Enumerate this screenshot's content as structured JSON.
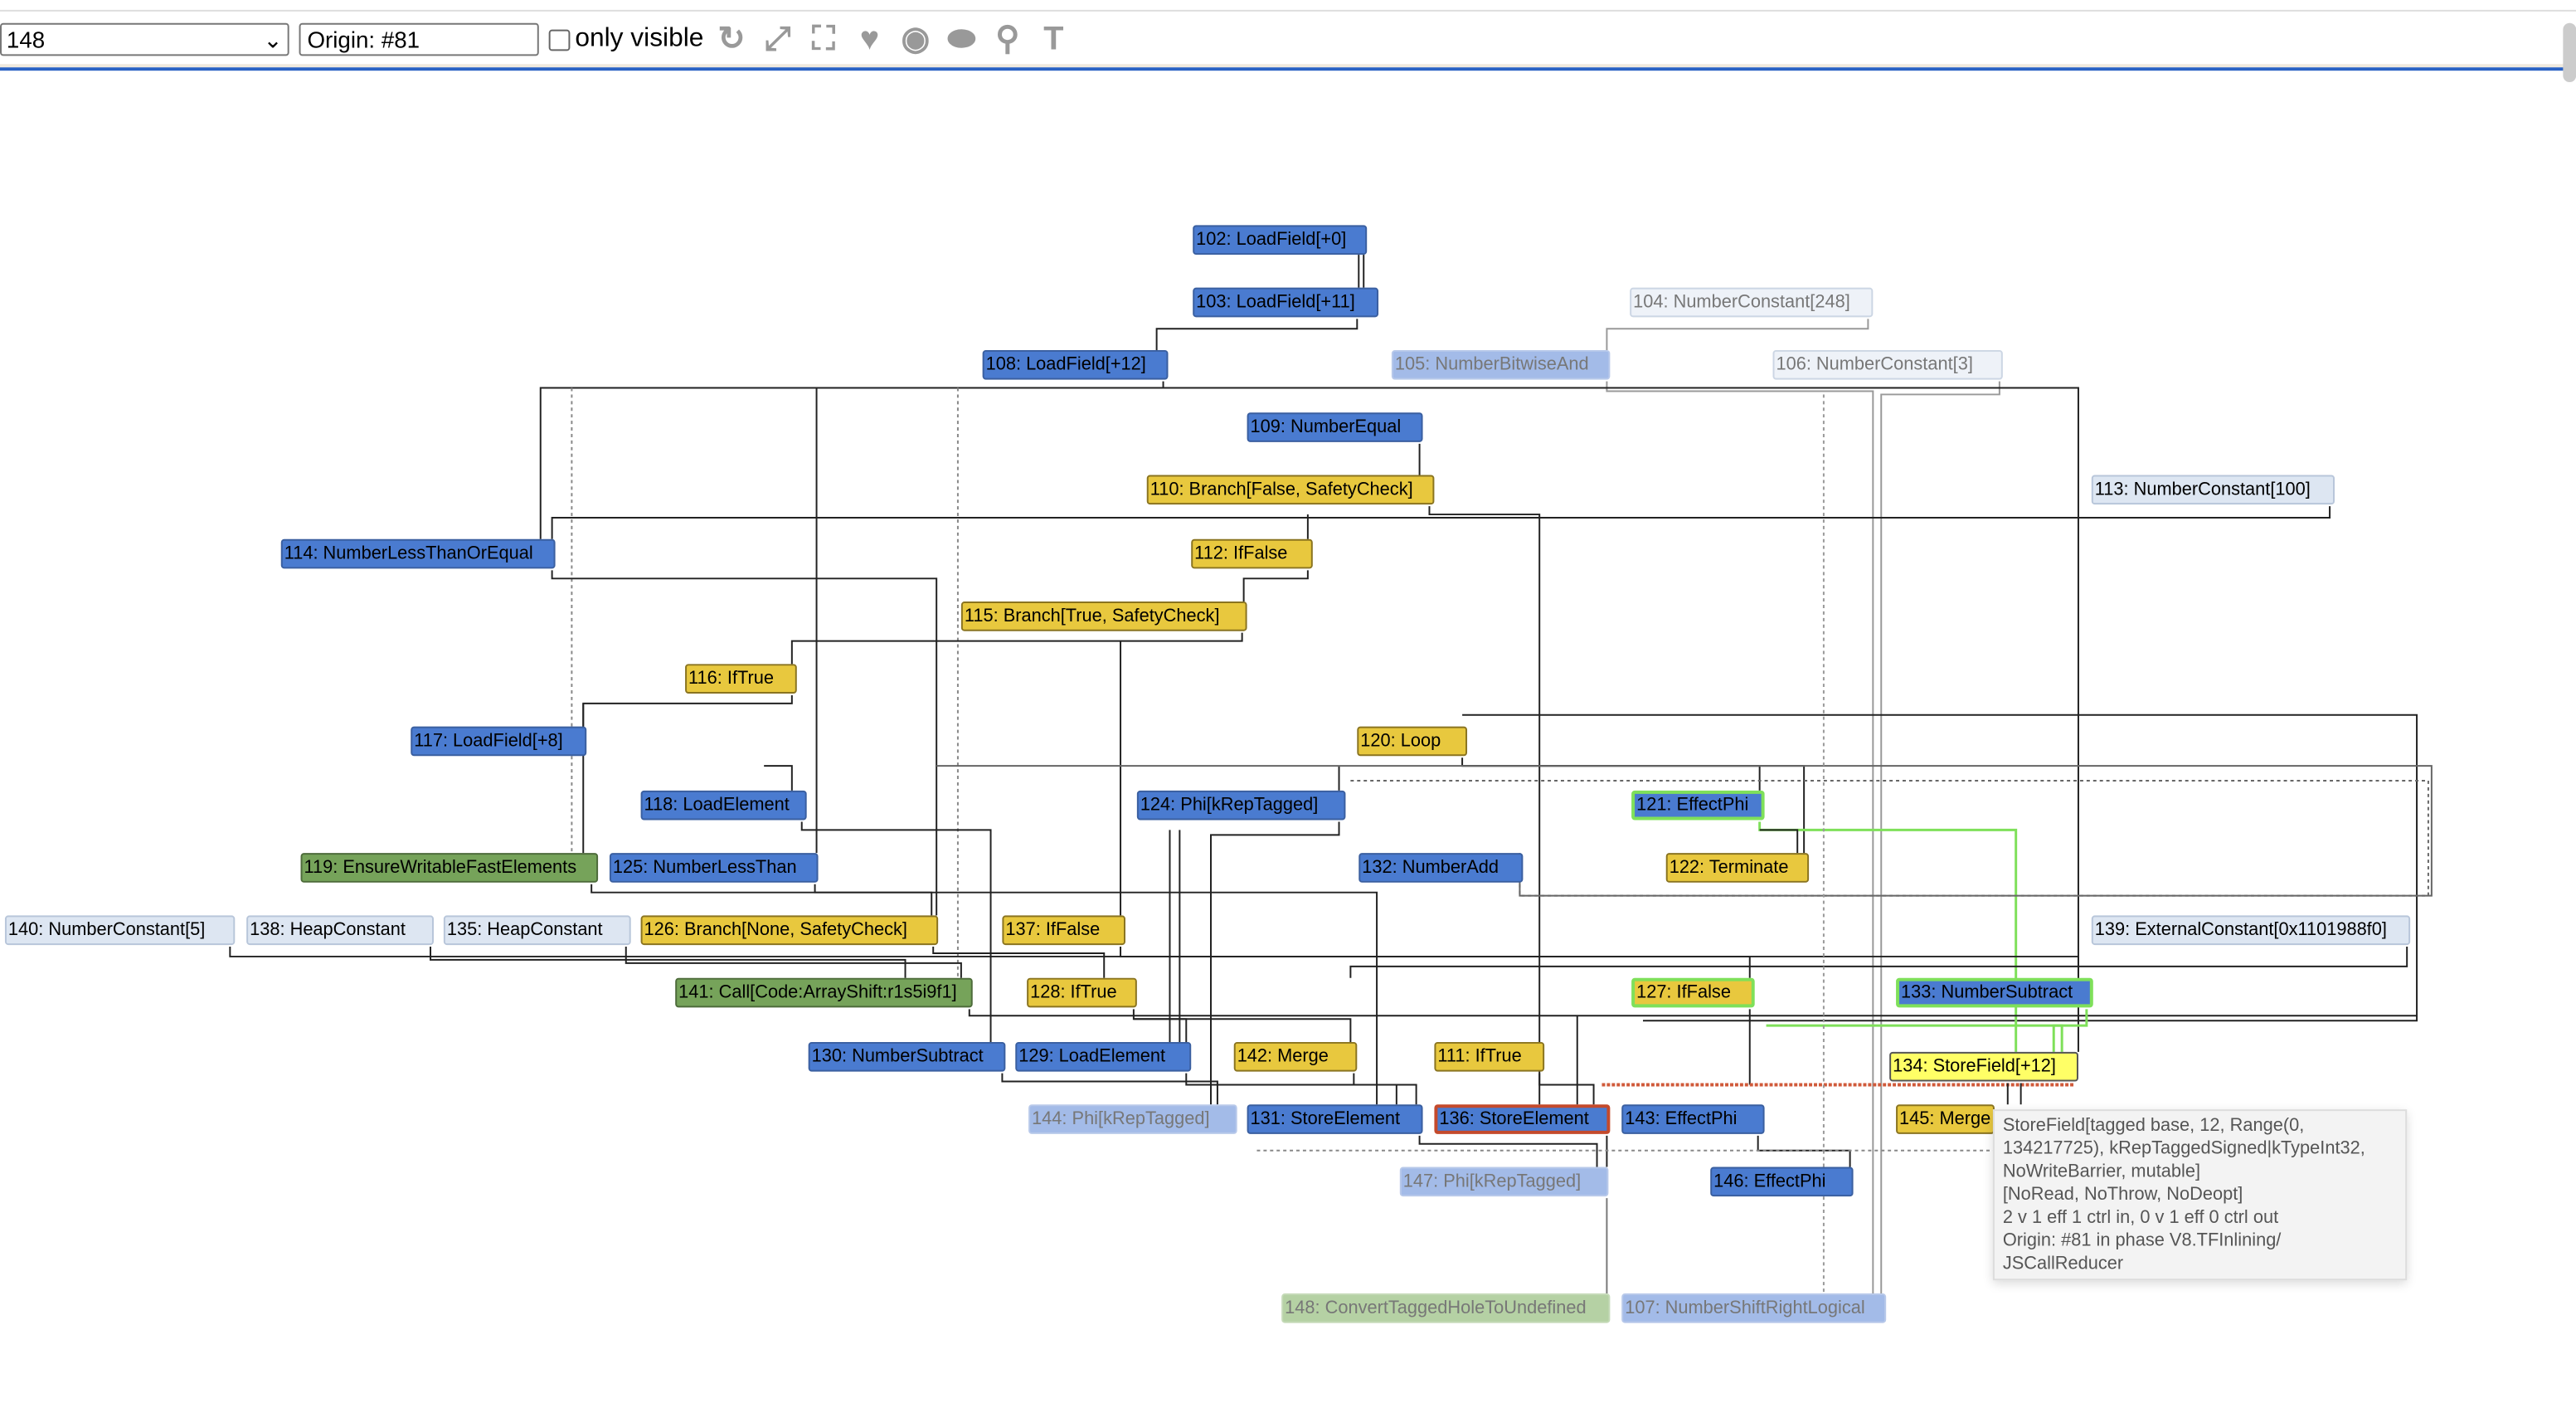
{
  "toolbar": {
    "phase_select": "148",
    "search_value": "Origin: #81",
    "only_visible_label": "only visible",
    "icons": [
      "layout-icon",
      "show-all-icon",
      "hide-unselected-icon",
      "hide-dead-icon",
      "show-type-icon",
      "hide-type-icon",
      "zoom-selection-icon",
      "toggle-types-icon"
    ]
  },
  "colors": {
    "control": "#e8c83e",
    "value": "#4a7bd0",
    "js": "#76a35a",
    "constant": "#dde6f2",
    "selected": "#ffff66",
    "accent": "#2a62c4"
  },
  "nodes": [
    {
      "id": "102",
      "label": "102: LoadField[+0]",
      "kind": "blue"
    },
    {
      "id": "103",
      "label": "103: LoadField[+11]",
      "kind": "blue"
    },
    {
      "id": "104",
      "label": "104: NumberConstant[248]",
      "kind": "fadedlight"
    },
    {
      "id": "108",
      "label": "108: LoadField[+12]",
      "kind": "blue"
    },
    {
      "id": "105",
      "label": "105: NumberBitwiseAnd",
      "kind": "faded"
    },
    {
      "id": "106",
      "label": "106: NumberConstant[3]",
      "kind": "fadedlight"
    },
    {
      "id": "109",
      "label": "109: NumberEqual",
      "kind": "blue"
    },
    {
      "id": "110",
      "label": "110: Branch[False, SafetyCheck]",
      "kind": "yellow"
    },
    {
      "id": "113",
      "label": "113: NumberConstant[100]",
      "kind": "light"
    },
    {
      "id": "114",
      "label": "114: NumberLessThanOrEqual",
      "kind": "blue"
    },
    {
      "id": "112",
      "label": "112: IfFalse",
      "kind": "yellow"
    },
    {
      "id": "115",
      "label": "115: Branch[True, SafetyCheck]",
      "kind": "yellow"
    },
    {
      "id": "116",
      "label": "116: IfTrue",
      "kind": "yellow"
    },
    {
      "id": "117",
      "label": "117: LoadField[+8]",
      "kind": "blue"
    },
    {
      "id": "120",
      "label": "120: Loop",
      "kind": "yellow"
    },
    {
      "id": "118",
      "label": "118: LoadElement",
      "kind": "blue"
    },
    {
      "id": "124",
      "label": "124: Phi[kRepTagged]",
      "kind": "blue"
    },
    {
      "id": "121",
      "label": "121: EffectPhi",
      "kind": "blue gb"
    },
    {
      "id": "119",
      "label": "119: EnsureWritableFastElements",
      "kind": "green"
    },
    {
      "id": "125",
      "label": "125: NumberLessThan",
      "kind": "blue"
    },
    {
      "id": "132",
      "label": "132: NumberAdd",
      "kind": "blue"
    },
    {
      "id": "122",
      "label": "122: Terminate",
      "kind": "yellow"
    },
    {
      "id": "140",
      "label": "140: NumberConstant[5]",
      "kind": "light"
    },
    {
      "id": "138",
      "label": "138: HeapConstant",
      "kind": "light"
    },
    {
      "id": "135",
      "label": "135: HeapConstant",
      "kind": "light"
    },
    {
      "id": "126",
      "label": "126: Branch[None, SafetyCheck]",
      "kind": "yellow"
    },
    {
      "id": "137",
      "label": "137: IfFalse",
      "kind": "yellow"
    },
    {
      "id": "139",
      "label": "139: ExternalConstant[0x1101988f0]",
      "kind": "light"
    },
    {
      "id": "141",
      "label": "141: Call[Code:ArrayShift:r1s5i9f1]",
      "kind": "green"
    },
    {
      "id": "128",
      "label": "128: IfTrue",
      "kind": "yellow"
    },
    {
      "id": "127",
      "label": "127: IfFalse",
      "kind": "yellow gb"
    },
    {
      "id": "133",
      "label": "133: NumberSubtract",
      "kind": "blue gb"
    },
    {
      "id": "130",
      "label": "130: NumberSubtract",
      "kind": "blue"
    },
    {
      "id": "129",
      "label": "129: LoadElement",
      "kind": "blue"
    },
    {
      "id": "142",
      "label": "142: Merge",
      "kind": "yellow"
    },
    {
      "id": "111",
      "label": "111: IfTrue",
      "kind": "yellow"
    },
    {
      "id": "134",
      "label": "134: StoreField[+12]",
      "kind": "bright"
    },
    {
      "id": "144",
      "label": "144: Phi[kRepTagged]",
      "kind": "faded"
    },
    {
      "id": "131",
      "label": "131: StoreElement",
      "kind": "blue"
    },
    {
      "id": "136",
      "label": "136: StoreElement",
      "kind": "blue rb"
    },
    {
      "id": "143",
      "label": "143: EffectPhi",
      "kind": "blue"
    },
    {
      "id": "145",
      "label": "145: Merge",
      "kind": "yellow"
    },
    {
      "id": "147",
      "label": "147: Phi[kRepTagged]",
      "kind": "faded"
    },
    {
      "id": "146",
      "label": "146: EffectPhi",
      "kind": "blue"
    },
    {
      "id": "148",
      "label": "148: ConvertTaggedHoleToUndefined",
      "kind": "fadedgreen"
    },
    {
      "id": "107",
      "label": "107: NumberShiftRightLogical",
      "kind": "faded"
    }
  ],
  "tooltip": {
    "lines": [
      "StoreField[tagged base, 12, Range(0,",
      "134217725), kRepTaggedSigned|kTypeInt32,",
      "NoWriteBarrier, mutable]",
      "[NoRead, NoThrow, NoDeopt]",
      "2 v 1 eff 1 ctrl in, 0 v 1 eff 0 ctrl out",
      "Origin: #81 in phase V8.TFInlining/",
      "JSCallReducer"
    ]
  }
}
